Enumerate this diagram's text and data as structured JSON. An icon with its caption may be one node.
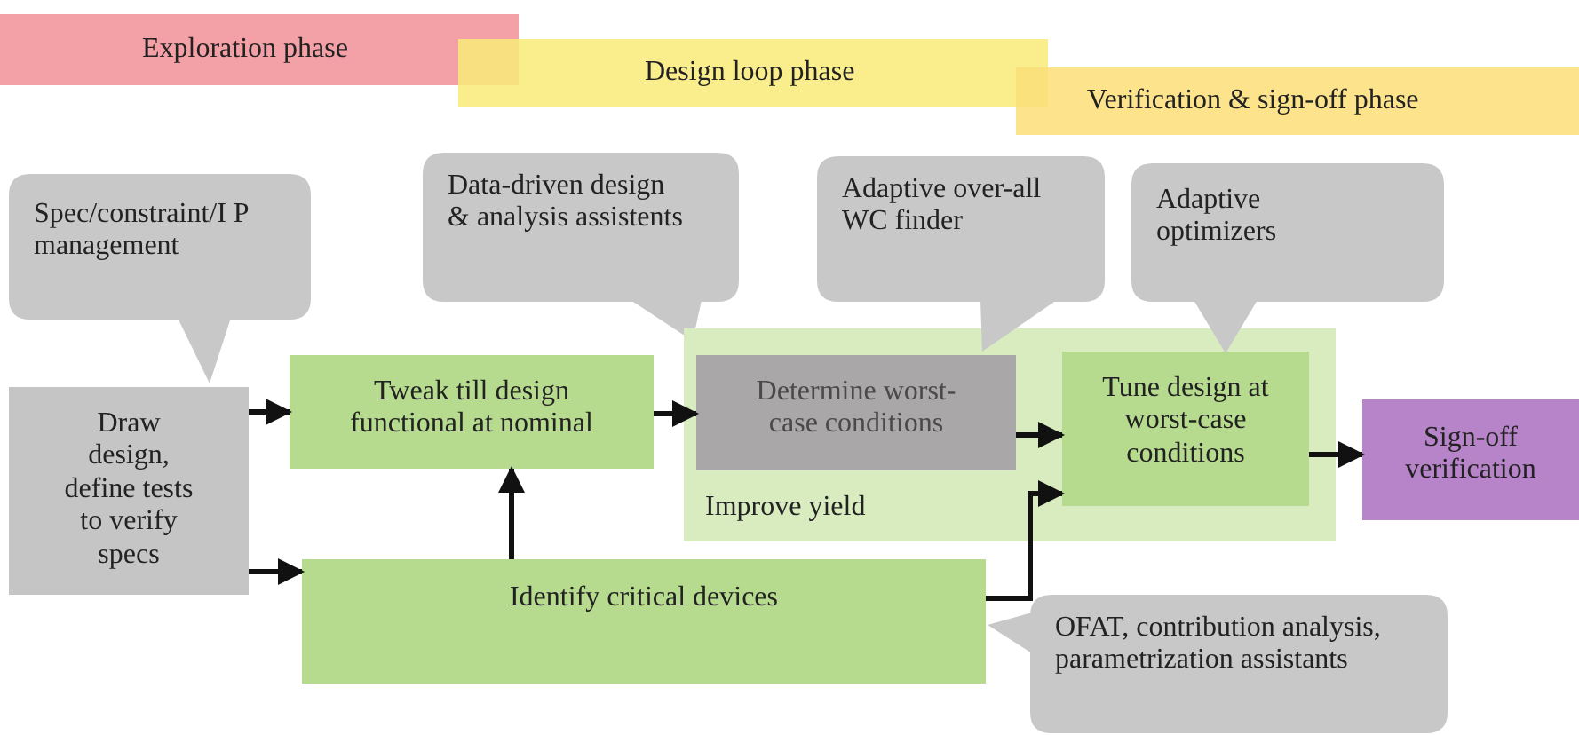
{
  "diagram": {
    "nodes": [
      {
        "text": [
          "Exploration phase"
        ]
      },
      {
        "text": [
          "Design loop phase"
        ]
      },
      {
        "text": [
          "Verification & sign-off phase"
        ]
      },
      {
        "text": [
          "Spec/constraint/I P management"
        ]
      },
      {
        "text": [
          "Draw design, define tests to verify specs"
        ]
      },
      {
        "text": [
          "Data-driven design & analysis assistents"
        ]
      },
      {
        "text": [
          "Tweak till design functional at nominal"
        ]
      },
      {
        "text": [
          "Improve yield"
        ]
      },
      {
        "text": [
          "Determine worst-case conditions"
        ],
        "in": 7
      },
      {
        "text": [
          "Adaptive over-all WC finder"
        ]
      },
      {
        "text": [
          "Adaptive optimizers"
        ]
      },
      {
        "text": [
          "Tune design at worst-case conditions"
        ],
        "in": 7
      },
      {
        "text": [
          "Sign-off verification"
        ]
      },
      {
        "text": [
          "Identify critical devices"
        ]
      },
      {
        "text": [
          "OFAT, contribution analysis, parametrization assistants"
        ]
      }
    ],
    "edges": [
      {
        "from": 4,
        "to": 6,
        "arrow": "to"
      },
      {
        "from": 4,
        "to": 13,
        "arrow": "to"
      },
      {
        "from": 13,
        "to": 6,
        "arrow": "to"
      },
      {
        "from": 6,
        "to": 8,
        "arrow": "to"
      },
      {
        "from": 8,
        "to": 11,
        "arrow": "to"
      },
      {
        "from": 13,
        "to": 11,
        "arrow": "to"
      },
      {
        "from": 11,
        "to": 12,
        "arrow": "to"
      }
    ]
  }
}
